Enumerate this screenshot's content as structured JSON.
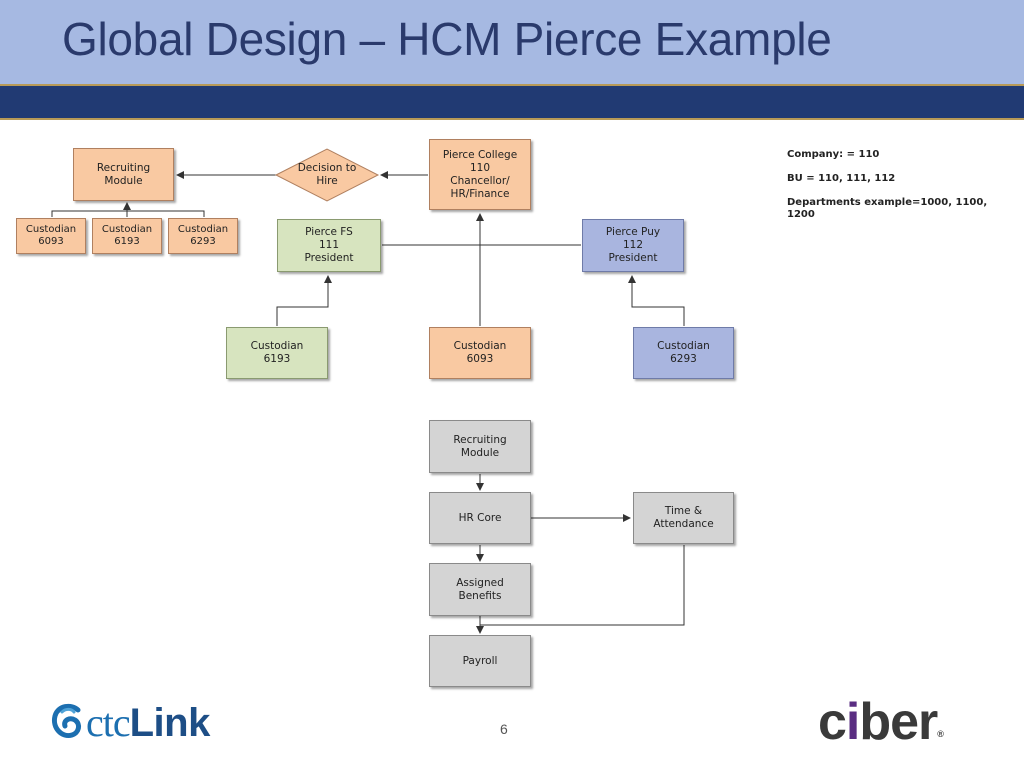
{
  "slide": {
    "title": "Global Design – HCM Pierce Example",
    "page_number": "6"
  },
  "org_chart": {
    "recruiting_module": {
      "line1": "Recruiting",
      "line2": "Module"
    },
    "decision": {
      "line1": "Decision to",
      "line2": "Hire"
    },
    "pierce_college": {
      "line1": "Pierce College",
      "line2": "110",
      "line3": "Chancellor/",
      "line4": "HR/Finance"
    },
    "custodians_top": [
      {
        "line1": "Custodian",
        "line2": "6093"
      },
      {
        "line1": "Custodian",
        "line2": "6193"
      },
      {
        "line1": "Custodian",
        "line2": "6293"
      }
    ],
    "pierce_fs": {
      "line1": "Pierce FS",
      "line2": "111",
      "line3": "President"
    },
    "pierce_puy": {
      "line1": "Pierce Puy",
      "line2": "112",
      "line3": "President"
    },
    "custodians_bottom": [
      {
        "line1": "Custodian",
        "line2": "6193"
      },
      {
        "line1": "Custodian",
        "line2": "6093"
      },
      {
        "line1": "Custodian",
        "line2": "6293"
      }
    ]
  },
  "process_flow": {
    "recruiting": {
      "line1": "Recruiting",
      "line2": "Module"
    },
    "hr_core": {
      "line1": "HR Core"
    },
    "time_attendance": {
      "line1": "Time &",
      "line2": "Attendance"
    },
    "assigned_benefits": {
      "line1": "Assigned",
      "line2": "Benefits"
    },
    "payroll": {
      "line1": "Payroll"
    }
  },
  "notes": {
    "company": "Company: = 110",
    "bu": "BU = 110, 111, 112",
    "departments": "Departments example=1000, 1100, 1200"
  },
  "logos": {
    "ctclink": {
      "prefix": "ctc",
      "suffix": "Link"
    },
    "ciber": {
      "c": "c",
      "i": "i",
      "rest": "ber",
      "mark": "®"
    }
  },
  "colors": {
    "title_band": "#a6b9e2",
    "navy_band": "#213a73",
    "orange_box": "#f9c9a2",
    "green_box": "#d7e4bf",
    "blue_box": "#a9b5df",
    "gray_box": "#d4d4d4"
  }
}
